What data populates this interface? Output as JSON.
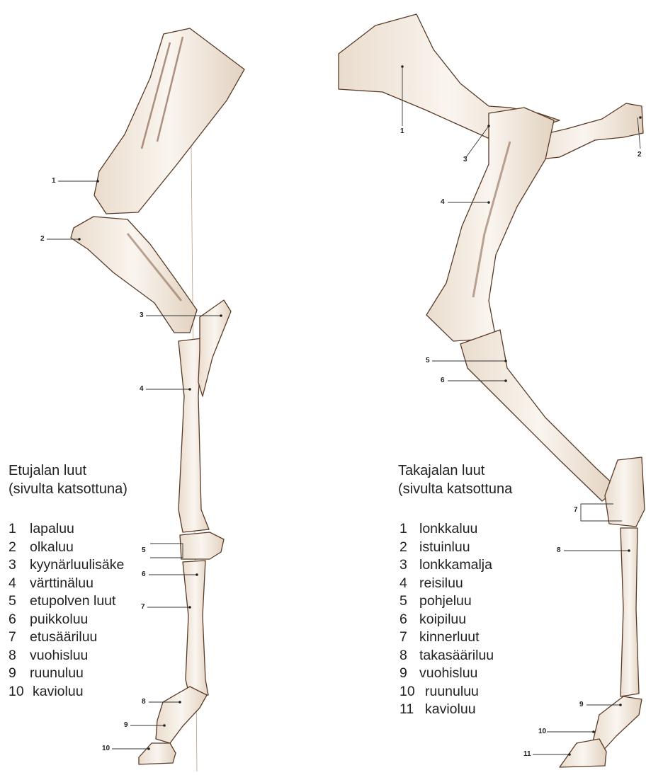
{
  "front_leg": {
    "title_line1": "Etujalan luut",
    "title_line2": "(sivulta katsottuna)",
    "legend": [
      {
        "num": "1",
        "name": "lapaluu"
      },
      {
        "num": "2",
        "name": "olkaluu"
      },
      {
        "num": "3",
        "name": "kyynärluulisäke"
      },
      {
        "num": "4",
        "name": "värttinäluu"
      },
      {
        "num": "5",
        "name": "etupolven luut"
      },
      {
        "num": "6",
        "name": "puikkoluu"
      },
      {
        "num": "7",
        "name": "etusääriluu"
      },
      {
        "num": "8",
        "name": "vuohisluu"
      },
      {
        "num": "9",
        "name": "ruunuluu"
      },
      {
        "num": "10",
        "name": "kavioluu"
      }
    ],
    "pointer_numbers": [
      "1",
      "2",
      "3",
      "4",
      "5",
      "6",
      "7",
      "8",
      "9",
      "10"
    ]
  },
  "hind_leg": {
    "title_line1": "Takajalan luut",
    "title_line2": "(sivulta katsottuna",
    "legend": [
      {
        "num": "1",
        "name": "lonkkaluu"
      },
      {
        "num": "2",
        "name": "istuinluu"
      },
      {
        "num": "3",
        "name": "lonkkamalja"
      },
      {
        "num": "4",
        "name": "reisiluu"
      },
      {
        "num": "5",
        "name": "pohjeluu"
      },
      {
        "num": "6",
        "name": "koipiluu"
      },
      {
        "num": "7",
        "name": "kinnerluut"
      },
      {
        "num": "8",
        "name": "takasääriluu"
      },
      {
        "num": "9",
        "name": "vuohisluu"
      },
      {
        "num": "10",
        "name": "ruunuluu"
      },
      {
        "num": "11",
        "name": "kavioluu"
      }
    ],
    "pointer_numbers": [
      "1",
      "2",
      "3",
      "4",
      "5",
      "6",
      "7",
      "8",
      "9",
      "10",
      "11"
    ]
  },
  "colors": {
    "bone_fill": "#f4ede4",
    "bone_stroke": "#5a3a26",
    "shade": "#8a5a3c",
    "text": "#1e1e1e"
  }
}
